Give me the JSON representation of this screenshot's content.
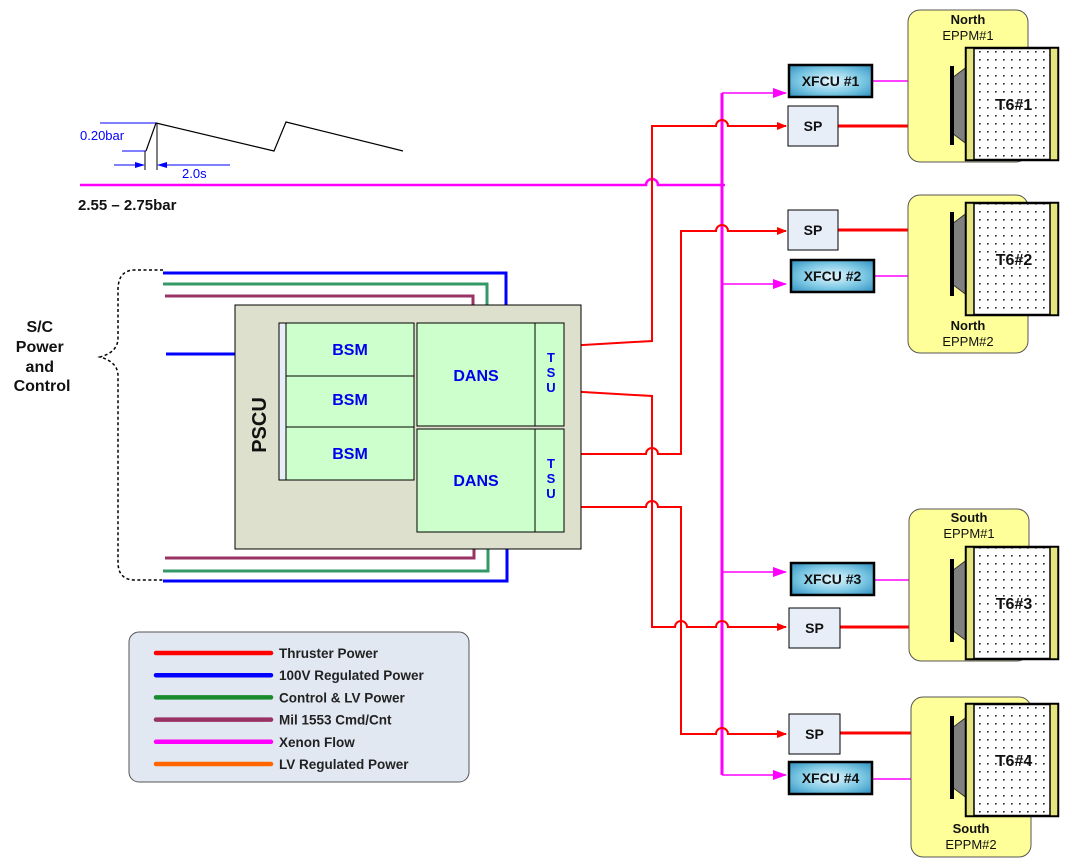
{
  "pressure_profile": {
    "amplitude_label": "0.20bar",
    "period_label": "2.0s",
    "range_label": "2.55 – 2.75bar"
  },
  "sc_input": {
    "label_lines": [
      "S/C",
      "Power",
      "and",
      "Control"
    ]
  },
  "pscu": {
    "label": "PSCU",
    "bsm_modules": [
      "BSM",
      "BSM",
      "BSM"
    ],
    "dans_units": [
      {
        "label": "DANS",
        "tsu_letters": [
          "T",
          "S",
          "U"
        ]
      },
      {
        "label": "DANS",
        "tsu_letters": [
          "T",
          "S",
          "U"
        ]
      }
    ]
  },
  "thruster_chains": [
    {
      "xfcu": "XFCU #1",
      "sp": "SP",
      "thruster": "T6#1",
      "eppm_lines": [
        "North",
        "EPPM#1"
      ],
      "eppm_label_position": "top",
      "xfcu_above_sp": true
    },
    {
      "xfcu": "XFCU #2",
      "sp": "SP",
      "thruster": "T6#2",
      "eppm_lines": [
        "North",
        "EPPM#2"
      ],
      "eppm_label_position": "bottom",
      "xfcu_above_sp": false
    },
    {
      "xfcu": "XFCU #3",
      "sp": "SP",
      "thruster": "T6#3",
      "eppm_lines": [
        "South",
        "EPPM#1"
      ],
      "eppm_label_position": "top",
      "xfcu_above_sp": true
    },
    {
      "xfcu": "XFCU #4",
      "sp": "SP",
      "thruster": "T6#4",
      "eppm_lines": [
        "South",
        "EPPM#2"
      ],
      "eppm_label_position": "bottom",
      "xfcu_above_sp": false
    }
  ],
  "legend": {
    "items": [
      {
        "label": "Thruster Power",
        "color": "#ff0000"
      },
      {
        "label": "100V Regulated Power",
        "color": "#0000ff"
      },
      {
        "label": "Control & LV Power",
        "color": "#1a8a2e"
      },
      {
        "label": "Mil 1553 Cmd/Cnt",
        "color": "#993366"
      },
      {
        "label": "Xenon Flow",
        "color": "#ff00ff"
      },
      {
        "label": "LV Regulated Power",
        "color": "#ff6600"
      }
    ]
  },
  "colors": {
    "thruster_power": "#ff0000",
    "regulated_100v": "#0000ff",
    "control_lv": "#339966",
    "mil1553": "#993366",
    "xenon": "#ff00ff",
    "annotation_blue": "#0000ff",
    "pscu_fill": "#dde0cc",
    "module_fill": "#ccffcc",
    "eppm_fill": "#ffff99",
    "sp_fill": "#e8eef8",
    "legend_fill": "#e2e8f2"
  }
}
